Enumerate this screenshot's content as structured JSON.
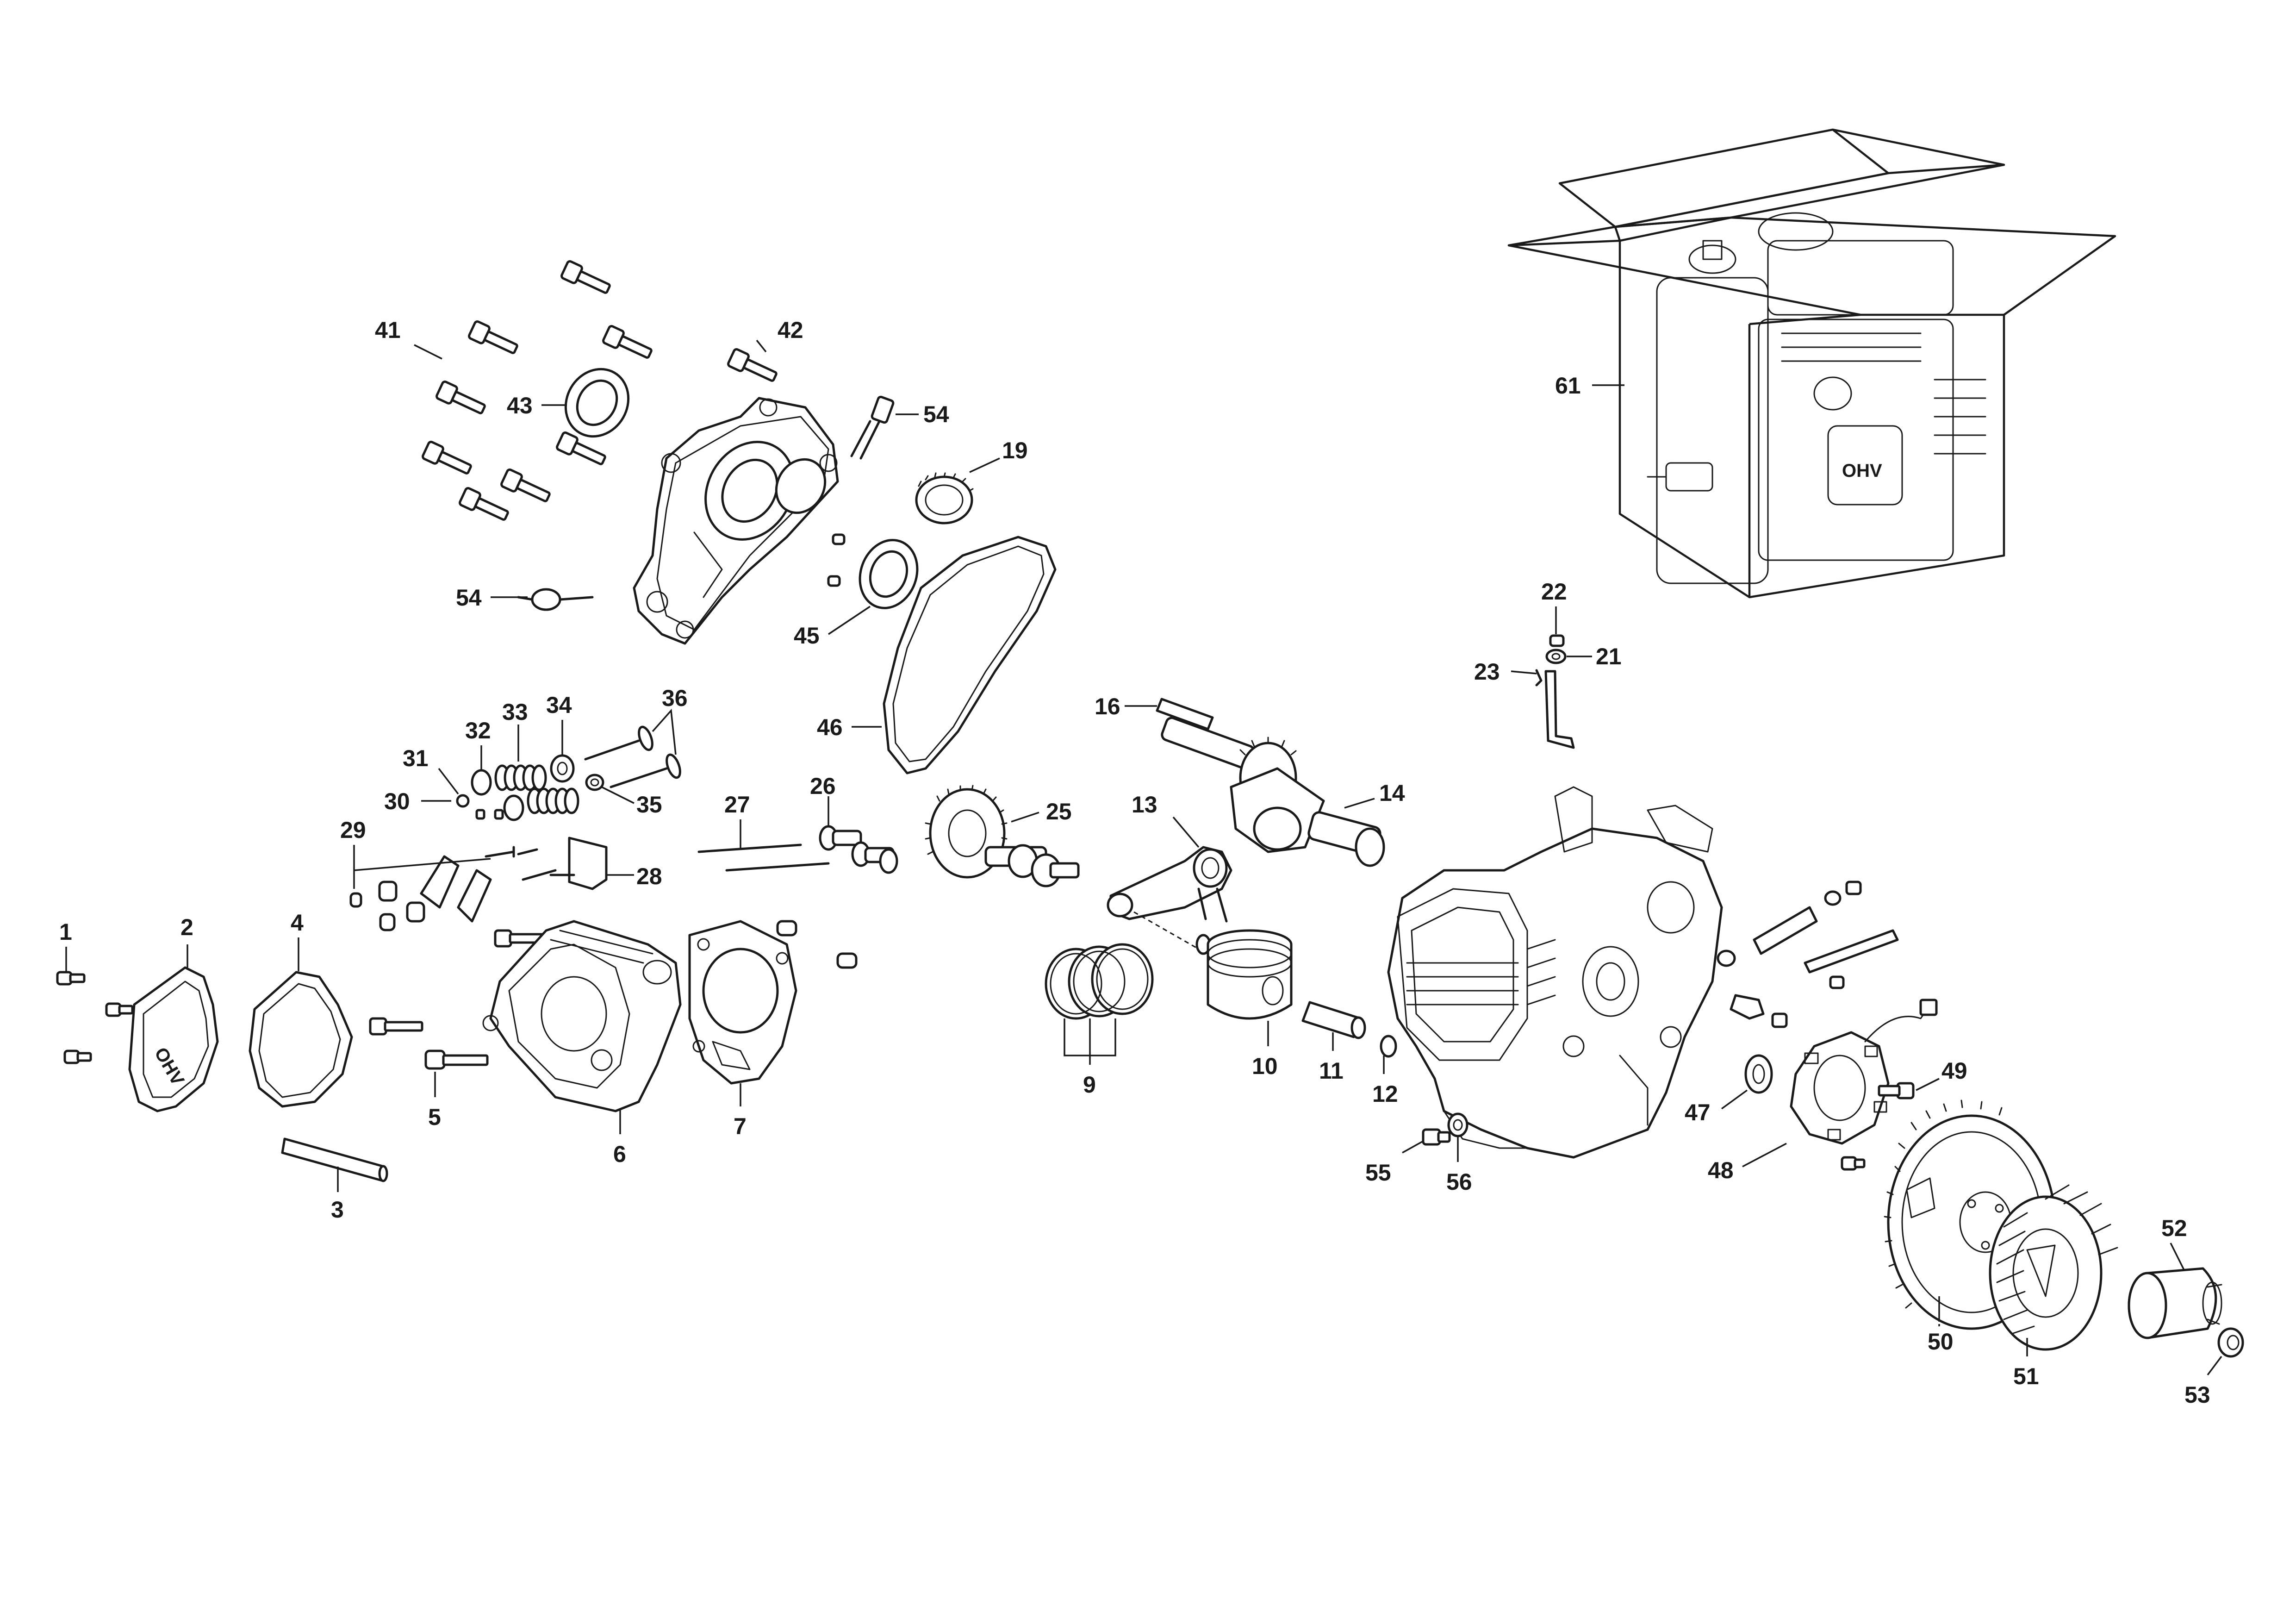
{
  "callouts": {
    "p1": "1",
    "p2": "2",
    "p3": "3",
    "p4": "4",
    "p5": "5",
    "p6": "6",
    "p7": "7",
    "p9": "9",
    "p10": "10",
    "p11": "11",
    "p12": "12",
    "p13": "13",
    "p14": "14",
    "p16": "16",
    "p19": "19",
    "p21": "21",
    "p22": "22",
    "p23": "23",
    "p25": "25",
    "p26": "26",
    "p27": "27",
    "p28": "28",
    "p29": "29",
    "p30": "30",
    "p31": "31",
    "p32": "32",
    "p33": "33",
    "p34": "34",
    "p35": "35",
    "p36": "36",
    "p41": "41",
    "p42": "42",
    "p43": "43",
    "p45": "45",
    "p46": "46",
    "p47": "47",
    "p48": "48",
    "p49": "49",
    "p50": "50",
    "p51": "51",
    "p52": "52",
    "p53": "53",
    "p54a": "54",
    "p54b": "54",
    "p55": "55",
    "p56": "56",
    "p61": "61"
  },
  "embossed": {
    "valve_cover": "OHV",
    "engine_shroud": "OHV"
  }
}
